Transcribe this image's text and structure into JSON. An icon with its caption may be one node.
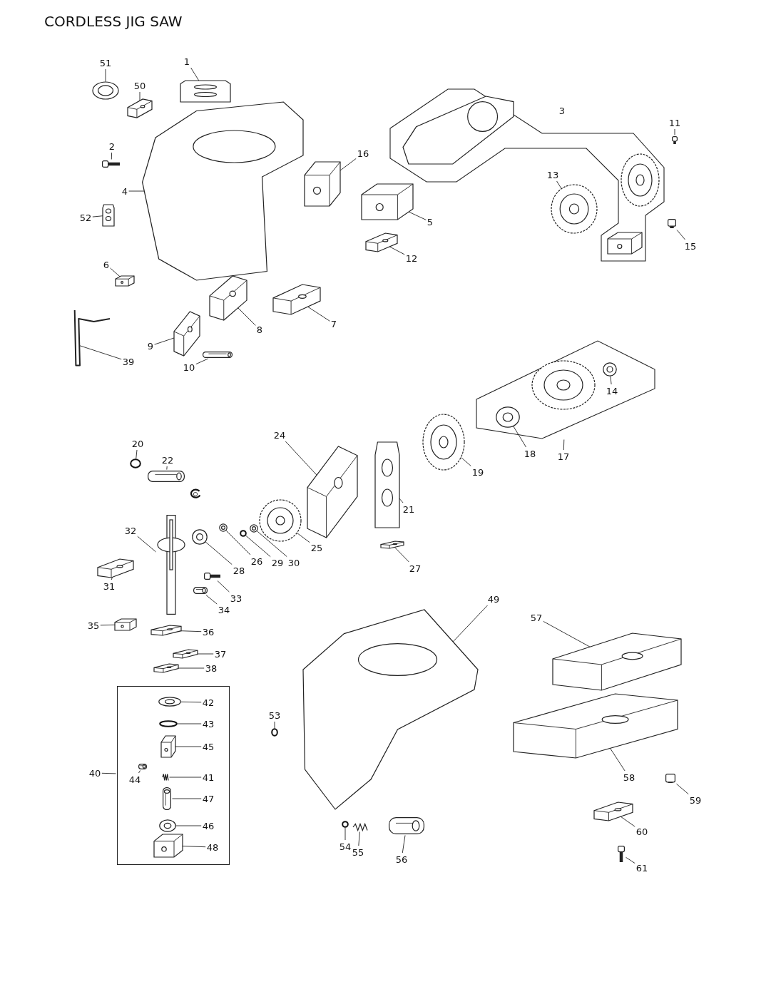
{
  "diagram": {
    "title": "CORDLESS JIG SAW",
    "nodes": [
      {
        "text": [
          "51"
        ]
      },
      {
        "text": [],
        "shape": "picture"
      },
      {
        "text": [
          "1"
        ]
      },
      {
        "text": [],
        "shape": "picture"
      },
      {
        "text": [
          "50"
        ]
      },
      {
        "text": [],
        "shape": "picture"
      },
      {
        "text": [
          "3"
        ]
      },
      {
        "text": [
          "11"
        ]
      },
      {
        "text": [],
        "shape": "picture"
      },
      {
        "text": [
          "2"
        ]
      },
      {
        "text": [],
        "shape": "picture"
      },
      {
        "text": [
          "16"
        ]
      },
      {
        "text": [],
        "shape": "picture"
      },
      {
        "text": [
          "4"
        ]
      },
      {
        "text": [],
        "shape": "picture"
      },
      {
        "text": [
          "13"
        ]
      },
      {
        "text": [],
        "shape": "picture"
      },
      {
        "text": [
          "52"
        ]
      },
      {
        "text": [],
        "shape": "picture"
      },
      {
        "text": [
          "5"
        ]
      },
      {
        "text": [],
        "shape": "picture"
      },
      {
        "text": [
          "15"
        ]
      },
      {
        "text": [],
        "shape": "picture"
      },
      {
        "text": [
          "12"
        ]
      },
      {
        "text": [],
        "shape": "picture"
      },
      {
        "text": [
          "6"
        ]
      },
      {
        "text": [],
        "shape": "picture"
      },
      {
        "text": [
          "7"
        ]
      },
      {
        "text": [],
        "shape": "picture"
      },
      {
        "text": [
          "8"
        ]
      },
      {
        "text": [],
        "shape": "picture"
      },
      {
        "text": [
          "9"
        ]
      },
      {
        "text": [],
        "shape": "picture"
      },
      {
        "text": [
          "39"
        ]
      },
      {
        "text": [],
        "shape": "picture"
      },
      {
        "text": [
          "10"
        ]
      },
      {
        "text": [],
        "shape": "picture"
      },
      {
        "text": [
          "17"
        ]
      },
      {
        "text": [],
        "shape": "box"
      },
      {
        "text": [
          "14"
        ],
        "in": 38
      },
      {
        "text": [],
        "shape": "picture",
        "in": 38
      },
      {
        "text": [
          "18"
        ]
      },
      {
        "text": [],
        "shape": "picture",
        "in": 38
      },
      {
        "text": [
          "24"
        ]
      },
      {
        "text": [],
        "shape": "picture"
      },
      {
        "text": [
          "20"
        ]
      },
      {
        "text": [],
        "shape": "circle"
      },
      {
        "text": [
          "22"
        ]
      },
      {
        "text": [],
        "shape": "picture"
      },
      {
        "text": [
          "19"
        ]
      },
      {
        "text": [],
        "shape": "picture"
      },
      {
        "text": [
          "21"
        ]
      },
      {
        "text": [],
        "shape": "picture"
      },
      {
        "text": [
          "32"
        ]
      },
      {
        "text": [],
        "shape": "picture"
      },
      {
        "text": [
          "26"
        ]
      },
      {
        "text": [],
        "shape": "picture"
      },
      {
        "text": [
          "29"
        ]
      },
      {
        "text": [],
        "shape": "circle"
      },
      {
        "text": [
          "30"
        ]
      },
      {
        "text": [],
        "shape": "picture"
      },
      {
        "text": [
          "25"
        ]
      },
      {
        "text": [],
        "shape": "picture"
      },
      {
        "text": [
          "28"
        ]
      },
      {
        "text": [],
        "shape": "picture"
      },
      {
        "text": [
          "27"
        ]
      },
      {
        "text": [],
        "shape": "picture"
      },
      {
        "text": [
          "31"
        ]
      },
      {
        "text": [],
        "shape": "picture"
      },
      {
        "text": [
          "33"
        ]
      },
      {
        "text": [],
        "shape": "picture"
      },
      {
        "text": [
          "34"
        ]
      },
      {
        "text": [],
        "shape": "picture"
      },
      {
        "text": [
          "35"
        ]
      },
      {
        "text": [],
        "shape": "picture"
      },
      {
        "text": [
          "36"
        ]
      },
      {
        "text": [],
        "shape": "picture"
      },
      {
        "text": [
          "37"
        ]
      },
      {
        "text": [],
        "shape": "picture"
      },
      {
        "text": [
          "49"
        ]
      },
      {
        "text": [],
        "shape": "picture"
      },
      {
        "text": [
          "38"
        ]
      },
      {
        "text": [],
        "shape": "picture"
      },
      {
        "text": [
          "57"
        ]
      },
      {
        "text": [],
        "shape": "picture"
      },
      {
        "text": [
          "40"
        ]
      },
      {
        "text": [],
        "shape": "box"
      },
      {
        "text": [
          "42"
        ],
        "in": 86
      },
      {
        "text": [],
        "shape": "picture",
        "in": 86
      },
      {
        "text": [
          "43"
        ],
        "in": 86
      },
      {
        "text": [],
        "shape": "circle",
        "in": 86
      },
      {
        "text": [
          "45"
        ],
        "in": 86
      },
      {
        "text": [],
        "shape": "picture",
        "in": 86
      },
      {
        "text": [
          "44"
        ],
        "in": 86
      },
      {
        "text": [],
        "shape": "picture",
        "in": 86
      },
      {
        "text": [
          "41"
        ],
        "in": 86
      },
      {
        "text": [],
        "shape": "picture",
        "in": 86
      },
      {
        "text": [
          "47"
        ],
        "in": 86
      },
      {
        "text": [],
        "shape": "picture",
        "in": 86
      },
      {
        "text": [
          "46"
        ],
        "in": 86
      },
      {
        "text": [],
        "shape": "picture",
        "in": 86
      },
      {
        "text": [
          "48"
        ],
        "in": 86
      },
      {
        "text": [],
        "shape": "picture",
        "in": 86
      },
      {
        "text": [
          "53"
        ]
      },
      {
        "text": [],
        "shape": "circle"
      },
      {
        "text": [
          "58"
        ]
      },
      {
        "text": [],
        "shape": "picture"
      },
      {
        "text": [
          "59"
        ]
      },
      {
        "text": [],
        "shape": "picture"
      },
      {
        "text": [
          "60"
        ]
      },
      {
        "text": [],
        "shape": "picture"
      },
      {
        "text": [
          "54"
        ]
      },
      {
        "text": [],
        "shape": "circle"
      },
      {
        "text": [
          "55"
        ]
      },
      {
        "text": [],
        "shape": "picture"
      },
      {
        "text": [
          "56"
        ]
      },
      {
        "text": [],
        "shape": "picture"
      },
      {
        "text": [
          "61"
        ]
      },
      {
        "text": [],
        "shape": "picture"
      }
    ],
    "edges": [
      {
        "from": 0,
        "to": 1,
        "arrow": "none"
      },
      {
        "from": 2,
        "to": 3,
        "arrow": "none"
      },
      {
        "from": 4,
        "to": 5,
        "arrow": "none"
      },
      {
        "from": 7,
        "to": 8,
        "arrow": "none"
      },
      {
        "from": 9,
        "to": 10,
        "arrow": "none"
      },
      {
        "from": 11,
        "to": 12,
        "arrow": "none"
      },
      {
        "from": 13,
        "to": 14,
        "arrow": "none"
      },
      {
        "from": 15,
        "to": 16,
        "arrow": "none"
      },
      {
        "from": 17,
        "to": 18,
        "arrow": "none"
      },
      {
        "from": 19,
        "to": 20,
        "arrow": "none"
      },
      {
        "from": 21,
        "to": 22,
        "arrow": "none"
      },
      {
        "from": 23,
        "to": 24,
        "arrow": "none"
      },
      {
        "from": 25,
        "to": 26,
        "arrow": "none"
      },
      {
        "from": 27,
        "to": 28,
        "arrow": "none"
      },
      {
        "from": 29,
        "to": 30,
        "arrow": "none"
      },
      {
        "from": 31,
        "to": 32,
        "arrow": "none"
      },
      {
        "from": 33,
        "to": 34,
        "arrow": "none"
      },
      {
        "from": 35,
        "to": 36,
        "arrow": "none"
      },
      {
        "from": 37,
        "to": 38,
        "arrow": "none"
      },
      {
        "from": 39,
        "to": 40,
        "arrow": "none"
      },
      {
        "from": 41,
        "to": 42,
        "arrow": "none"
      },
      {
        "from": 43,
        "to": 44,
        "arrow": "none"
      },
      {
        "from": 45,
        "to": 46,
        "arrow": "none"
      },
      {
        "from": 47,
        "to": 48,
        "arrow": "none"
      },
      {
        "from": 49,
        "to": 50,
        "arrow": "none"
      },
      {
        "from": 51,
        "to": 52,
        "arrow": "none"
      },
      {
        "from": 53,
        "to": 54,
        "arrow": "none"
      },
      {
        "from": 55,
        "to": 56,
        "arrow": "none"
      },
      {
        "from": 57,
        "to": 58,
        "arrow": "none"
      },
      {
        "from": 59,
        "to": 60,
        "arrow": "none"
      },
      {
        "from": 61,
        "to": 62,
        "arrow": "none"
      },
      {
        "from": 63,
        "to": 64,
        "arrow": "none"
      },
      {
        "from": 65,
        "to": 66,
        "arrow": "none"
      },
      {
        "from": 67,
        "to": 68,
        "arrow": "none"
      },
      {
        "from": 69,
        "to": 70,
        "arrow": "none"
      },
      {
        "from": 71,
        "to": 72,
        "arrow": "none"
      },
      {
        "from": 73,
        "to": 74,
        "arrow": "none"
      },
      {
        "from": 75,
        "to": 76,
        "arrow": "none"
      },
      {
        "from": 77,
        "to": 78,
        "arrow": "none"
      },
      {
        "from": 79,
        "to": 80,
        "arrow": "none"
      },
      {
        "from": 81,
        "to": 82,
        "arrow": "none"
      },
      {
        "from": 83,
        "to": 84,
        "arrow": "none"
      },
      {
        "from": 85,
        "to": 86,
        "arrow": "none"
      },
      {
        "from": 87,
        "to": 88,
        "arrow": "none"
      },
      {
        "from": 89,
        "to": 90,
        "arrow": "none"
      },
      {
        "from": 91,
        "to": 92,
        "arrow": "none"
      },
      {
        "from": 93,
        "to": 94,
        "arrow": "none"
      },
      {
        "from": 95,
        "to": 96,
        "arrow": "none"
      },
      {
        "from": 97,
        "to": 98,
        "arrow": "none"
      },
      {
        "from": 99,
        "to": 100,
        "arrow": "none"
      },
      {
        "from": 101,
        "to": 102,
        "arrow": "none"
      },
      {
        "from": 103,
        "to": 104,
        "arrow": "none"
      },
      {
        "from": 105,
        "to": 106,
        "arrow": "none"
      },
      {
        "from": 107,
        "to": 108,
        "arrow": "none"
      },
      {
        "from": 109,
        "to": 110,
        "arrow": "none"
      },
      {
        "from": 111,
        "to": 112,
        "arrow": "none"
      },
      {
        "from": 113,
        "to": 114,
        "arrow": "none"
      },
      {
        "from": 115,
        "to": 116,
        "arrow": "none"
      },
      {
        "from": 117,
        "to": 118,
        "arrow": "none"
      }
    ]
  }
}
